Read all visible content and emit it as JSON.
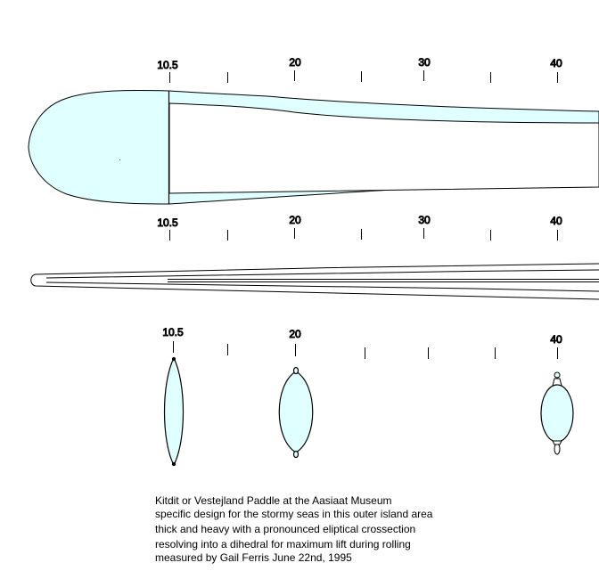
{
  "scale_top": [
    "10.5",
    "20",
    "30",
    "40"
  ],
  "scale_middle": [
    "10.5",
    "20",
    "30",
    "40"
  ],
  "scale_bottom": [
    "10.5",
    "20",
    "40"
  ],
  "caption": {
    "line1": "Kitdit or Vestejland Paddle at the Aasiaat Museum",
    "line2": "specific design for the stormy seas in this outer island area",
    "line3": "thick and heavy with a pronounced eliptical crossection",
    "line4": "resolving into a dihedral for maximum lift during rolling",
    "line5": "measured by Gail Ferris  June 22nd, 1995"
  },
  "colors": {
    "fill": "#e0ffff",
    "stroke": "#000000"
  }
}
